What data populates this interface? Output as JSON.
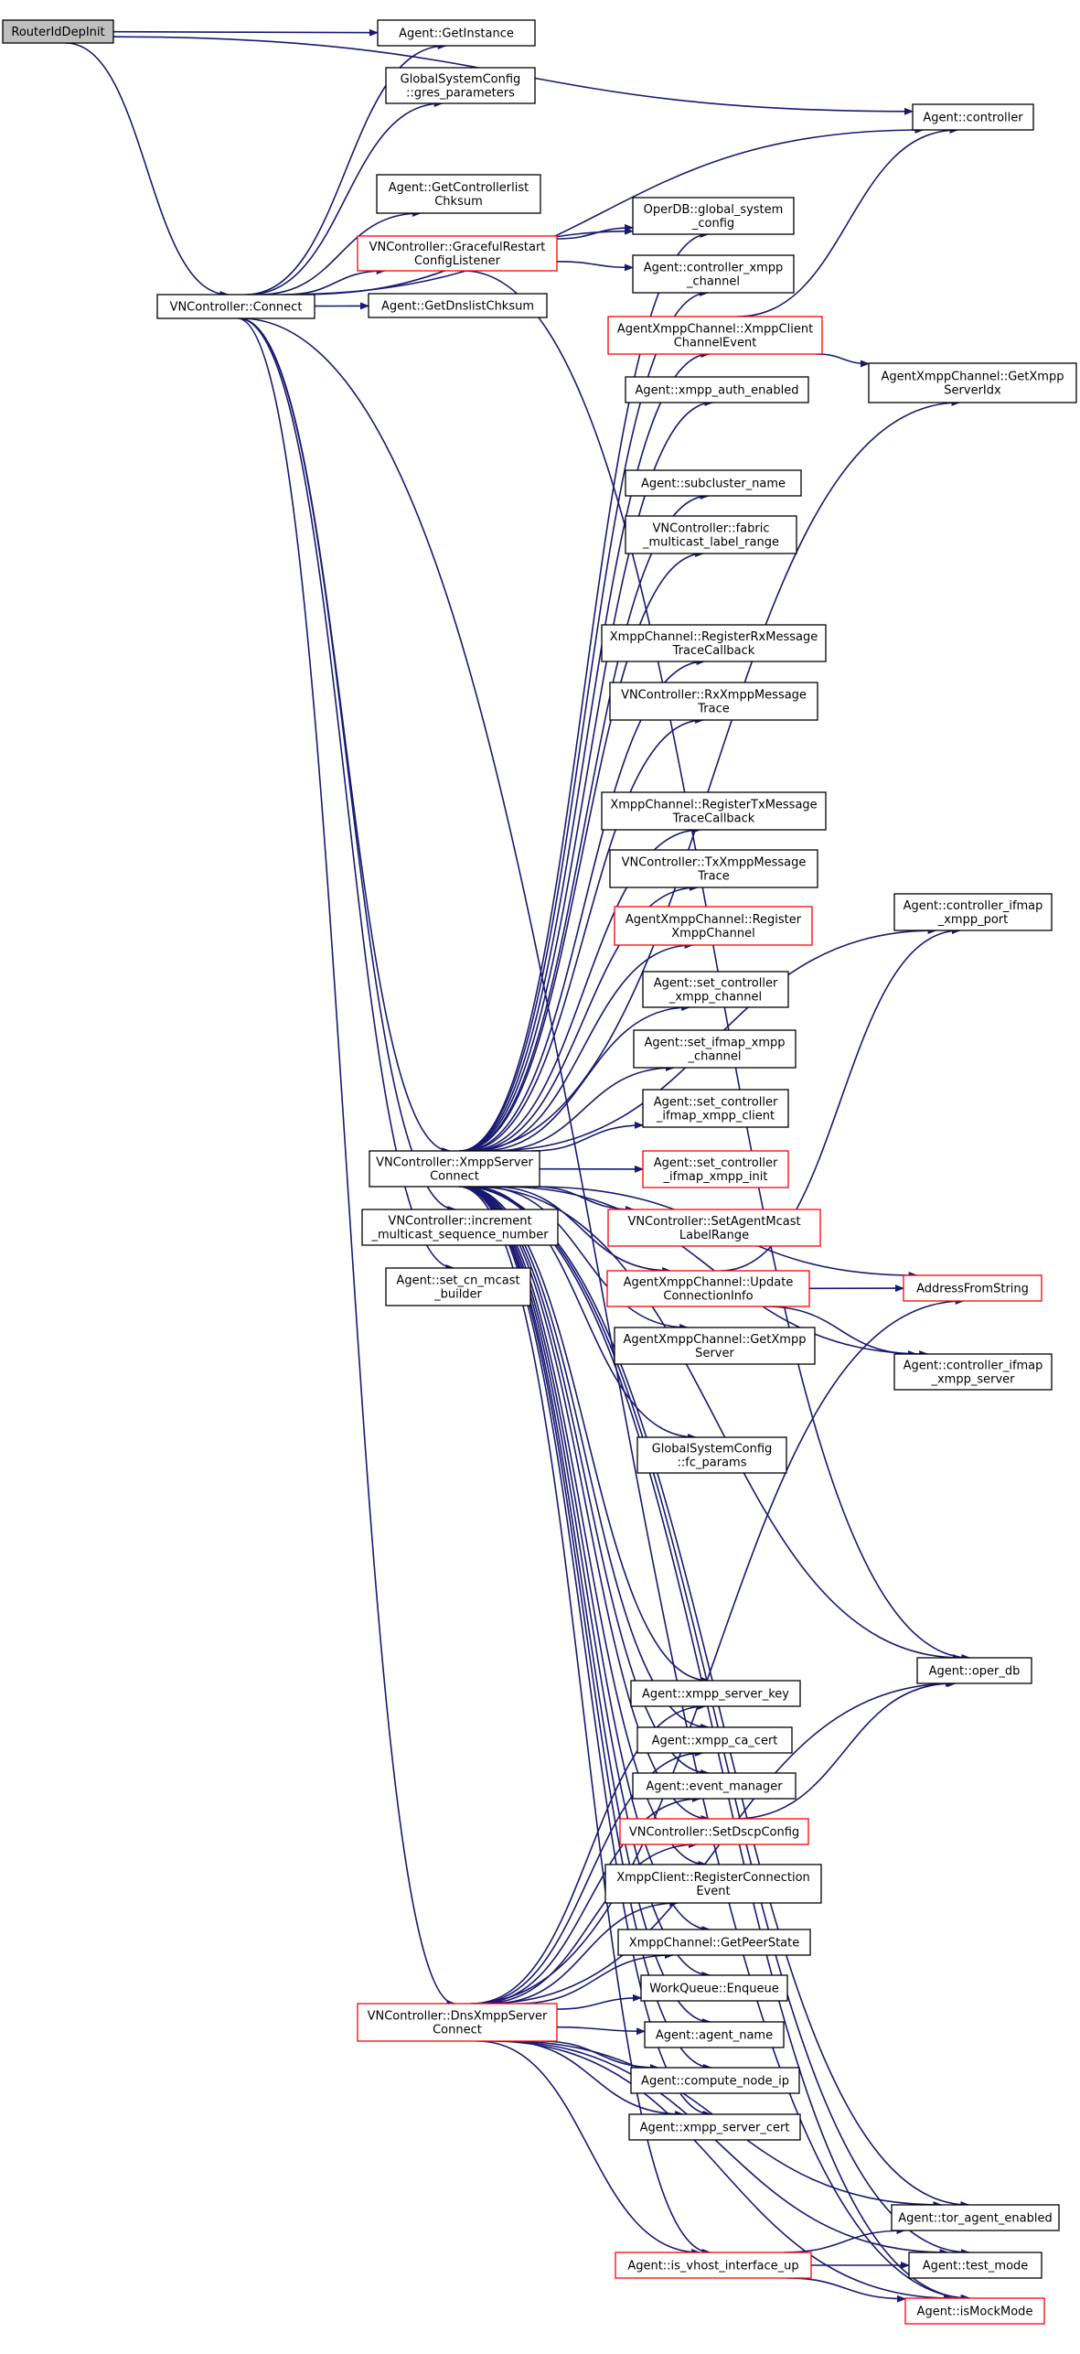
{
  "graph": {
    "colors": {
      "edge": "#191970",
      "node_border": "#000000",
      "node_border_incomplete": "#ff0000",
      "root_fill": "#bfbfbf",
      "background": "#ffffff"
    },
    "nodes": [
      {
        "id": "root",
        "lines": [
          "RouterIdDepInit"
        ],
        "style": "root"
      },
      {
        "id": "getinstance",
        "lines": [
          "Agent::GetInstance"
        ],
        "style": "normal"
      },
      {
        "id": "gres",
        "lines": [
          "GlobalSystemConfig",
          "::gres_parameters"
        ],
        "style": "normal"
      },
      {
        "id": "controller",
        "lines": [
          "Agent::controller"
        ],
        "style": "normal"
      },
      {
        "id": "getctrlchk",
        "lines": [
          "Agent::GetControllerlist",
          "Chksum"
        ],
        "style": "normal"
      },
      {
        "id": "oper_gsc",
        "lines": [
          "OperDB::global_system",
          "_config"
        ],
        "style": "normal"
      },
      {
        "id": "graceful",
        "lines": [
          "VNController::GracefulRestart",
          "ConfigListener"
        ],
        "style": "incomplete"
      },
      {
        "id": "ctrl_xmpp_ch",
        "lines": [
          "Agent::controller_xmpp",
          "_channel"
        ],
        "style": "normal"
      },
      {
        "id": "connect",
        "lines": [
          "VNController::Connect"
        ],
        "style": "normal"
      },
      {
        "id": "dnschk",
        "lines": [
          "Agent::GetDnslistChksum"
        ],
        "style": "normal"
      },
      {
        "id": "xce",
        "lines": [
          "AgentXmppChannel::XmppClient",
          "ChannelEvent"
        ],
        "style": "incomplete"
      },
      {
        "id": "getxmppidx",
        "lines": [
          "AgentXmppChannel::GetXmpp",
          "ServerIdx"
        ],
        "style": "normal"
      },
      {
        "id": "authen",
        "lines": [
          "Agent::xmpp_auth_enabled"
        ],
        "style": "normal"
      },
      {
        "id": "subcluster",
        "lines": [
          "Agent::subcluster_name"
        ],
        "style": "normal"
      },
      {
        "id": "fabric",
        "lines": [
          "VNController::fabric",
          "_multicast_label_range"
        ],
        "style": "normal"
      },
      {
        "id": "regrx",
        "lines": [
          "XmppChannel::RegisterRxMessage",
          "TraceCallback"
        ],
        "style": "normal"
      },
      {
        "id": "rxtrace",
        "lines": [
          "VNController::RxXmppMessage",
          "Trace"
        ],
        "style": "normal"
      },
      {
        "id": "regtx",
        "lines": [
          "XmppChannel::RegisterTxMessage",
          "TraceCallback"
        ],
        "style": "normal"
      },
      {
        "id": "txtrace",
        "lines": [
          "VNController::TxXmppMessage",
          "Trace"
        ],
        "style": "normal"
      },
      {
        "id": "ifmap_port",
        "lines": [
          "Agent::controller_ifmap",
          "_xmpp_port"
        ],
        "style": "normal"
      },
      {
        "id": "regxmppch",
        "lines": [
          "AgentXmppChannel::Register",
          "XmppChannel"
        ],
        "style": "incomplete"
      },
      {
        "id": "set_ctrl_ch",
        "lines": [
          "Agent::set_controller",
          "_xmpp_channel"
        ],
        "style": "normal"
      },
      {
        "id": "set_ifmap_ch",
        "lines": [
          "Agent::set_ifmap_xmpp",
          "_channel"
        ],
        "style": "normal"
      },
      {
        "id": "set_ifmap_client",
        "lines": [
          "Agent::set_controller",
          "_ifmap_xmpp_client"
        ],
        "style": "normal"
      },
      {
        "id": "xmppconnect",
        "lines": [
          "VNController::XmppServer",
          "Connect"
        ],
        "style": "normal"
      },
      {
        "id": "set_ifmap_init",
        "lines": [
          "Agent::set_controller",
          "_ifmap_xmpp_init"
        ],
        "style": "incomplete"
      },
      {
        "id": "incr",
        "lines": [
          "VNController::increment",
          "_multicast_sequence_number"
        ],
        "style": "normal"
      },
      {
        "id": "setmcast",
        "lines": [
          "VNController::SetAgentMcast",
          "LabelRange"
        ],
        "style": "incomplete"
      },
      {
        "id": "set_cn",
        "lines": [
          "Agent::set_cn_mcast",
          "_builder"
        ],
        "style": "normal"
      },
      {
        "id": "updconn",
        "lines": [
          "AgentXmppChannel::Update",
          "ConnectionInfo"
        ],
        "style": "incomplete"
      },
      {
        "id": "addrfs",
        "lines": [
          "AddressFromString"
        ],
        "style": "incomplete"
      },
      {
        "id": "getxmppsrv",
        "lines": [
          "AgentXmppChannel::GetXmpp",
          "Server"
        ],
        "style": "normal"
      },
      {
        "id": "ifmap_server",
        "lines": [
          "Agent::controller_ifmap",
          "_xmpp_server"
        ],
        "style": "normal"
      },
      {
        "id": "fcparams",
        "lines": [
          "GlobalSystemConfig",
          "::fc_params"
        ],
        "style": "normal"
      },
      {
        "id": "operdb",
        "lines": [
          "Agent::oper_db"
        ],
        "style": "normal"
      },
      {
        "id": "srvkey",
        "lines": [
          "Agent::xmpp_server_key"
        ],
        "style": "normal"
      },
      {
        "id": "cacert",
        "lines": [
          "Agent::xmpp_ca_cert"
        ],
        "style": "normal"
      },
      {
        "id": "evmgr",
        "lines": [
          "Agent::event_manager"
        ],
        "style": "normal"
      },
      {
        "id": "dscp",
        "lines": [
          "VNController::SetDscpConfig"
        ],
        "style": "incomplete"
      },
      {
        "id": "regconn",
        "lines": [
          "XmppClient::RegisterConnection",
          "Event"
        ],
        "style": "normal"
      },
      {
        "id": "peerstate",
        "lines": [
          "XmppChannel::GetPeerState"
        ],
        "style": "normal"
      },
      {
        "id": "enqueue",
        "lines": [
          "WorkQueue::Enqueue"
        ],
        "style": "normal"
      },
      {
        "id": "dnsconnect",
        "lines": [
          "VNController::DnsXmppServer",
          "Connect"
        ],
        "style": "incomplete"
      },
      {
        "id": "agentname",
        "lines": [
          "Agent::agent_name"
        ],
        "style": "normal"
      },
      {
        "id": "computeip",
        "lines": [
          "Agent::compute_node_ip"
        ],
        "style": "normal"
      },
      {
        "id": "srvcert",
        "lines": [
          "Agent::xmpp_server_cert"
        ],
        "style": "normal"
      },
      {
        "id": "torenabled",
        "lines": [
          "Agent::tor_agent_enabled"
        ],
        "style": "normal"
      },
      {
        "id": "vhostup",
        "lines": [
          "Agent::is_vhost_interface_up"
        ],
        "style": "incomplete"
      },
      {
        "id": "testmode",
        "lines": [
          "Agent::test_mode"
        ],
        "style": "normal"
      },
      {
        "id": "mockmode",
        "lines": [
          "Agent::isMockMode"
        ],
        "style": "incomplete"
      }
    ],
    "edges": [
      [
        "root",
        "getinstance"
      ],
      [
        "root",
        "controller"
      ],
      [
        "root",
        "connect"
      ],
      [
        "connect",
        "getinstance"
      ],
      [
        "connect",
        "gres"
      ],
      [
        "connect",
        "controller"
      ],
      [
        "connect",
        "getctrlchk"
      ],
      [
        "connect",
        "graceful"
      ],
      [
        "connect",
        "dnschk"
      ],
      [
        "connect",
        "oper_gsc"
      ],
      [
        "connect",
        "xmppconnect"
      ],
      [
        "connect",
        "incr"
      ],
      [
        "connect",
        "set_cn"
      ],
      [
        "connect",
        "dnsconnect"
      ],
      [
        "connect",
        "mockmode"
      ],
      [
        "graceful",
        "oper_gsc"
      ],
      [
        "graceful",
        "ctrl_xmpp_ch"
      ],
      [
        "graceful",
        "operdb"
      ],
      [
        "xce",
        "controller"
      ],
      [
        "xce",
        "getxmppidx"
      ],
      [
        "xmppconnect",
        "oper_gsc"
      ],
      [
        "xmppconnect",
        "ctrl_xmpp_ch"
      ],
      [
        "xmppconnect",
        "xce"
      ],
      [
        "xmppconnect",
        "getxmppidx"
      ],
      [
        "xmppconnect",
        "authen"
      ],
      [
        "xmppconnect",
        "subcluster"
      ],
      [
        "xmppconnect",
        "fabric"
      ],
      [
        "xmppconnect",
        "ifmap_port"
      ],
      [
        "xmppconnect",
        "regrx"
      ],
      [
        "xmppconnect",
        "rxtrace"
      ],
      [
        "xmppconnect",
        "addrfs"
      ],
      [
        "xmppconnect",
        "regtx"
      ],
      [
        "xmppconnect",
        "txtrace"
      ],
      [
        "xmppconnect",
        "regxmppch"
      ],
      [
        "xmppconnect",
        "set_ctrl_ch"
      ],
      [
        "xmppconnect",
        "set_ifmap_ch"
      ],
      [
        "xmppconnect",
        "set_ifmap_client"
      ],
      [
        "xmppconnect",
        "set_ifmap_init"
      ],
      [
        "xmppconnect",
        "setmcast"
      ],
      [
        "xmppconnect",
        "updconn"
      ],
      [
        "xmppconnect",
        "getxmppsrv"
      ],
      [
        "xmppconnect",
        "ifmap_server"
      ],
      [
        "xmppconnect",
        "fcparams"
      ],
      [
        "xmppconnect",
        "operdb"
      ],
      [
        "xmppconnect",
        "srvkey"
      ],
      [
        "xmppconnect",
        "cacert"
      ],
      [
        "xmppconnect",
        "evmgr"
      ],
      [
        "xmppconnect",
        "dscp"
      ],
      [
        "xmppconnect",
        "regconn"
      ],
      [
        "xmppconnect",
        "peerstate"
      ],
      [
        "xmppconnect",
        "enqueue"
      ],
      [
        "xmppconnect",
        "agentname"
      ],
      [
        "xmppconnect",
        "computeip"
      ],
      [
        "xmppconnect",
        "srvcert"
      ],
      [
        "xmppconnect",
        "torenabled"
      ],
      [
        "xmppconnect",
        "vhostup"
      ],
      [
        "xmppconnect",
        "testmode"
      ],
      [
        "xmppconnect",
        "mockmode"
      ],
      [
        "updconn",
        "ifmap_port"
      ],
      [
        "updconn",
        "addrfs"
      ],
      [
        "updconn",
        "ifmap_server"
      ],
      [
        "dscp",
        "operdb"
      ],
      [
        "dnsconnect",
        "srvkey"
      ],
      [
        "dnsconnect",
        "cacert"
      ],
      [
        "dnsconnect",
        "evmgr"
      ],
      [
        "dnsconnect",
        "dscp"
      ],
      [
        "dnsconnect",
        "regconn"
      ],
      [
        "dnsconnect",
        "peerstate"
      ],
      [
        "dnsconnect",
        "enqueue"
      ],
      [
        "dnsconnect",
        "agentname"
      ],
      [
        "dnsconnect",
        "computeip"
      ],
      [
        "dnsconnect",
        "srvcert"
      ],
      [
        "dnsconnect",
        "operdb"
      ],
      [
        "dnsconnect",
        "addrfs"
      ],
      [
        "dnsconnect",
        "torenabled"
      ],
      [
        "dnsconnect",
        "vhostup"
      ],
      [
        "dnsconnect",
        "testmode"
      ],
      [
        "dnsconnect",
        "mockmode"
      ],
      [
        "vhostup",
        "torenabled"
      ],
      [
        "vhostup",
        "testmode"
      ],
      [
        "vhostup",
        "mockmode"
      ]
    ]
  }
}
